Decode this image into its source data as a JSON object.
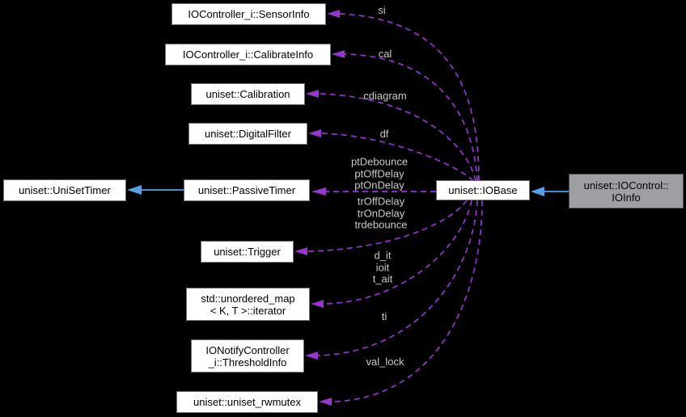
{
  "diagram": {
    "type": "doxygen-collaboration-graph",
    "colors": {
      "background": "#000000",
      "usage_edge": "#9636cd",
      "inheritance_edge": "#55a1e8",
      "node_fill": "#ffffff",
      "node_border": "#6e7073",
      "node_text": "#000000",
      "selected_node_fill": "#9d9fa2",
      "edge_label_text": "#c9c9c9"
    },
    "nodes": [
      {
        "id": "sensorinfo",
        "label": "IOController_i::SensorInfo"
      },
      {
        "id": "calibrateinfo",
        "label": "IOController_i::CalibrateInfo"
      },
      {
        "id": "calibration",
        "label": "uniset::Calibration"
      },
      {
        "id": "digitalfilter",
        "label": "uniset::DigitalFilter"
      },
      {
        "id": "unisettimer",
        "label": "uniset::UniSetTimer"
      },
      {
        "id": "passivetimer",
        "label": "uniset::PassiveTimer"
      },
      {
        "id": "trigger",
        "label": "uniset::Trigger"
      },
      {
        "id": "map_iterator",
        "label": "std::unordered_map\n< K, T >::iterator"
      },
      {
        "id": "thresholdinfo",
        "label": "IONotifyController\n_i::ThresholdInfo"
      },
      {
        "id": "rwmutex",
        "label": "uniset::uniset_rwmutex"
      },
      {
        "id": "iobase",
        "label": "uniset::IOBase"
      },
      {
        "id": "ioinfo",
        "label": "uniset::IOControl::\nIOInfo",
        "selected": true
      }
    ],
    "edges": [
      {
        "from": "iobase",
        "to": "sensorinfo",
        "style": "dashed",
        "label": "si"
      },
      {
        "from": "iobase",
        "to": "calibrateinfo",
        "style": "dashed",
        "label": "cal"
      },
      {
        "from": "iobase",
        "to": "calibration",
        "style": "dashed",
        "label": "cdiagram"
      },
      {
        "from": "iobase",
        "to": "digitalfilter",
        "style": "dashed",
        "label": "df"
      },
      {
        "from": "iobase",
        "to": "passivetimer",
        "style": "dashed",
        "label": "ptDebounce\nptOffDelay\nptOnDelay"
      },
      {
        "from": "iobase",
        "to": "trigger",
        "style": "dashed",
        "label": "trOffDelay\ntrOnDelay\ntrdebounce"
      },
      {
        "from": "iobase",
        "to": "map_iterator",
        "style": "dashed",
        "label": "d_it\nioit\nt_ait"
      },
      {
        "from": "iobase",
        "to": "thresholdinfo",
        "style": "dashed",
        "label": "ti"
      },
      {
        "from": "iobase",
        "to": "rwmutex",
        "style": "dashed",
        "label": "val_lock"
      },
      {
        "from": "passivetimer",
        "to": "unisettimer",
        "style": "solid",
        "label": ""
      },
      {
        "from": "ioinfo",
        "to": "iobase",
        "style": "solid",
        "label": ""
      }
    ]
  }
}
